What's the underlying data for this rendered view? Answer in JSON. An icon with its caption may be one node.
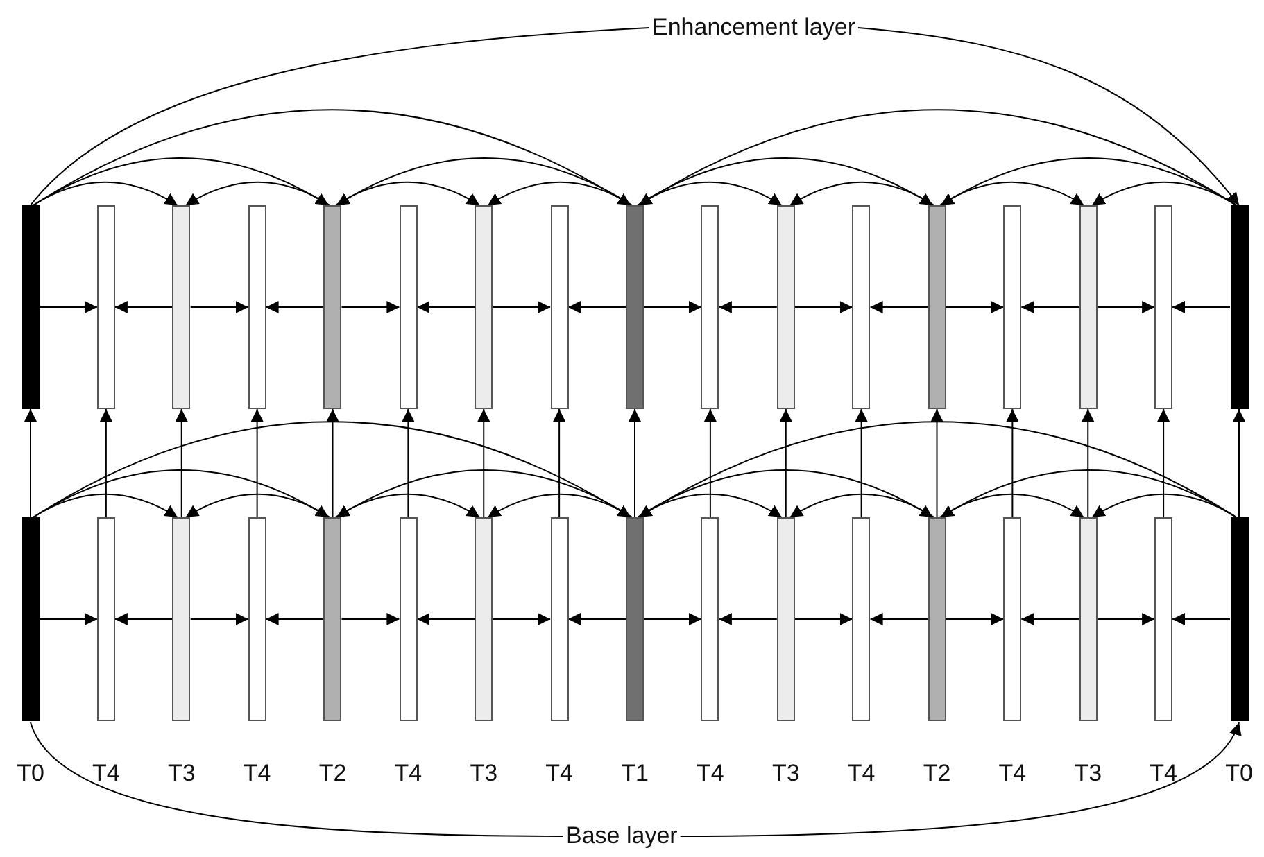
{
  "diagram": {
    "nodes": [
      {
        "text": [
          "Enhancement layer"
        ]
      },
      {
        "text": [],
        "shape": "bar"
      },
      {
        "text": [],
        "shape": "bar"
      },
      {
        "text": [],
        "shape": "bar"
      },
      {
        "text": [],
        "shape": "bar"
      },
      {
        "text": [],
        "shape": "bar"
      },
      {
        "text": [],
        "shape": "bar"
      },
      {
        "text": [],
        "shape": "bar"
      },
      {
        "text": [],
        "shape": "bar"
      },
      {
        "text": [],
        "shape": "bar"
      },
      {
        "text": [],
        "shape": "bar"
      },
      {
        "text": [],
        "shape": "bar"
      },
      {
        "text": [],
        "shape": "bar"
      },
      {
        "text": [],
        "shape": "bar"
      },
      {
        "text": [],
        "shape": "bar"
      },
      {
        "text": [],
        "shape": "bar"
      },
      {
        "text": [],
        "shape": "bar"
      },
      {
        "text": [],
        "shape": "bar"
      },
      {
        "text": [],
        "shape": "bar"
      },
      {
        "text": [],
        "shape": "bar"
      },
      {
        "text": [],
        "shape": "bar"
      },
      {
        "text": [],
        "shape": "bar"
      },
      {
        "text": [],
        "shape": "bar"
      },
      {
        "text": [],
        "shape": "bar"
      },
      {
        "text": [],
        "shape": "bar"
      },
      {
        "text": [],
        "shape": "bar"
      },
      {
        "text": [],
        "shape": "bar"
      },
      {
        "text": [],
        "shape": "bar"
      },
      {
        "text": [],
        "shape": "bar"
      },
      {
        "text": [],
        "shape": "bar"
      },
      {
        "text": [],
        "shape": "bar"
      },
      {
        "text": [],
        "shape": "bar"
      },
      {
        "text": [],
        "shape": "bar"
      },
      {
        "text": [],
        "shape": "bar"
      },
      {
        "text": [],
        "shape": "bar"
      },
      {
        "text": [
          "Base layer"
        ]
      }
    ],
    "edges": [
      {
        "from": 0,
        "to": 1,
        "arrow": "none"
      },
      {
        "from": 0,
        "to": 17,
        "arrow": "to"
      },
      {
        "from": 1,
        "to": 9,
        "arrow": "to"
      },
      {
        "from": 17,
        "to": 9,
        "arrow": "to"
      },
      {
        "from": 1,
        "to": 5,
        "arrow": "to"
      },
      {
        "from": 9,
        "to": 5,
        "arrow": "to"
      },
      {
        "from": 9,
        "to": 13,
        "arrow": "to"
      },
      {
        "from": 17,
        "to": 13,
        "arrow": "to"
      },
      {
        "from": 1,
        "to": 3,
        "arrow": "to"
      },
      {
        "from": 5,
        "to": 3,
        "arrow": "to"
      },
      {
        "from": 5,
        "to": 7,
        "arrow": "to"
      },
      {
        "from": 9,
        "to": 7,
        "arrow": "to"
      },
      {
        "from": 9,
        "to": 11,
        "arrow": "to"
      },
      {
        "from": 13,
        "to": 11,
        "arrow": "to"
      },
      {
        "from": 13,
        "to": 15,
        "arrow": "to"
      },
      {
        "from": 17,
        "to": 15,
        "arrow": "to"
      },
      {
        "from": 1,
        "to": 2,
        "arrow": "to"
      },
      {
        "from": 3,
        "to": 2,
        "arrow": "to"
      },
      {
        "from": 3,
        "to": 4,
        "arrow": "to"
      },
      {
        "from": 5,
        "to": 4,
        "arrow": "to"
      },
      {
        "from": 5,
        "to": 6,
        "arrow": "to"
      },
      {
        "from": 7,
        "to": 6,
        "arrow": "to"
      },
      {
        "from": 7,
        "to": 8,
        "arrow": "to"
      },
      {
        "from": 9,
        "to": 8,
        "arrow": "to"
      },
      {
        "from": 9,
        "to": 10,
        "arrow": "to"
      },
      {
        "from": 11,
        "to": 10,
        "arrow": "to"
      },
      {
        "from": 11,
        "to": 12,
        "arrow": "to"
      },
      {
        "from": 13,
        "to": 12,
        "arrow": "to"
      },
      {
        "from": 13,
        "to": 14,
        "arrow": "to"
      },
      {
        "from": 15,
        "to": 14,
        "arrow": "to"
      },
      {
        "from": 15,
        "to": 16,
        "arrow": "to"
      },
      {
        "from": 17,
        "to": 16,
        "arrow": "to"
      },
      {
        "from": 18,
        "to": 1,
        "arrow": "to"
      },
      {
        "from": 19,
        "to": 2,
        "arrow": "to"
      },
      {
        "from": 20,
        "to": 3,
        "arrow": "to"
      },
      {
        "from": 21,
        "to": 4,
        "arrow": "to"
      },
      {
        "from": 22,
        "to": 5,
        "arrow": "to"
      },
      {
        "from": 23,
        "to": 6,
        "arrow": "to"
      },
      {
        "from": 24,
        "to": 7,
        "arrow": "to"
      },
      {
        "from": 25,
        "to": 8,
        "arrow": "to"
      },
      {
        "from": 26,
        "to": 9,
        "arrow": "to"
      },
      {
        "from": 27,
        "to": 10,
        "arrow": "to"
      },
      {
        "from": 28,
        "to": 11,
        "arrow": "to"
      },
      {
        "from": 29,
        "to": 12,
        "arrow": "to"
      },
      {
        "from": 30,
        "to": 13,
        "arrow": "to"
      },
      {
        "from": 31,
        "to": 14,
        "arrow": "to"
      },
      {
        "from": 32,
        "to": 15,
        "arrow": "to"
      },
      {
        "from": 33,
        "to": 16,
        "arrow": "to"
      },
      {
        "from": 34,
        "to": 17,
        "arrow": "to"
      },
      {
        "from": 18,
        "to": 26,
        "arrow": "to"
      },
      {
        "from": 34,
        "to": 26,
        "arrow": "to"
      },
      {
        "from": 18,
        "to": 22,
        "arrow": "to"
      },
      {
        "from": 26,
        "to": 22,
        "arrow": "to"
      },
      {
        "from": 26,
        "to": 30,
        "arrow": "to"
      },
      {
        "from": 34,
        "to": 30,
        "arrow": "to"
      },
      {
        "from": 18,
        "to": 20,
        "arrow": "to"
      },
      {
        "from": 22,
        "to": 20,
        "arrow": "to"
      },
      {
        "from": 22,
        "to": 24,
        "arrow": "to"
      },
      {
        "from": 26,
        "to": 24,
        "arrow": "to"
      },
      {
        "from": 26,
        "to": 28,
        "arrow": "to"
      },
      {
        "from": 30,
        "to": 28,
        "arrow": "to"
      },
      {
        "from": 30,
        "to": 32,
        "arrow": "to"
      },
      {
        "from": 34,
        "to": 32,
        "arrow": "to"
      },
      {
        "from": 18,
        "to": 19,
        "arrow": "to"
      },
      {
        "from": 20,
        "to": 19,
        "arrow": "to"
      },
      {
        "from": 20,
        "to": 21,
        "arrow": "to"
      },
      {
        "from": 22,
        "to": 21,
        "arrow": "to"
      },
      {
        "from": 22,
        "to": 23,
        "arrow": "to"
      },
      {
        "from": 24,
        "to": 23,
        "arrow": "to"
      },
      {
        "from": 24,
        "to": 25,
        "arrow": "to"
      },
      {
        "from": 26,
        "to": 25,
        "arrow": "to"
      },
      {
        "from": 26,
        "to": 27,
        "arrow": "to"
      },
      {
        "from": 28,
        "to": 27,
        "arrow": "to"
      },
      {
        "from": 28,
        "to": 29,
        "arrow": "to"
      },
      {
        "from": 30,
        "to": 29,
        "arrow": "to"
      },
      {
        "from": 30,
        "to": 31,
        "arrow": "to"
      },
      {
        "from": 32,
        "to": 31,
        "arrow": "to"
      },
      {
        "from": 32,
        "to": 33,
        "arrow": "to"
      },
      {
        "from": 34,
        "to": 33,
        "arrow": "to"
      },
      {
        "from": 35,
        "to": 18,
        "arrow": "none"
      },
      {
        "from": 35,
        "to": 34,
        "arrow": "to"
      }
    ],
    "labels": [
      "T0",
      "T4",
      "T3",
      "T4",
      "T2",
      "T4",
      "T3",
      "T4",
      "T1",
      "T4",
      "T3",
      "T4",
      "T2",
      "T4",
      "T3",
      "T4",
      "T0"
    ]
  }
}
